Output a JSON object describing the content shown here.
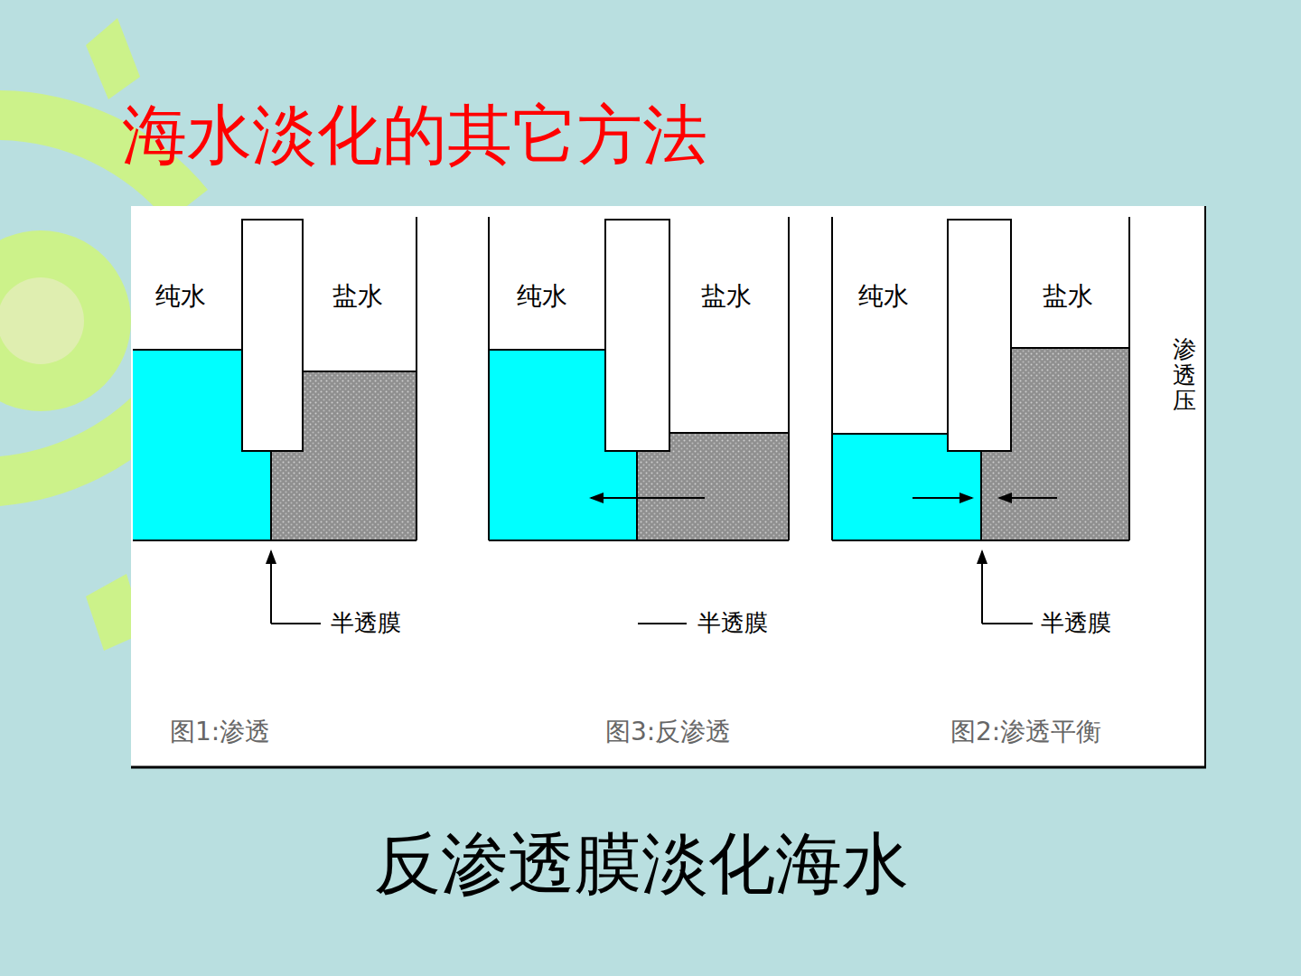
{
  "diagram": {
    "title": "海水淡化的其它方法",
    "caption": "反渗透膜淡化海水",
    "labels": [
      "纯水",
      "盐水",
      "半透膜",
      "图1:渗透",
      "纯水",
      "盐水",
      "半透膜",
      "图3:反渗透",
      "纯水",
      "盐水",
      "渗透压",
      "半透膜",
      "图2:渗透平衡"
    ]
  }
}
